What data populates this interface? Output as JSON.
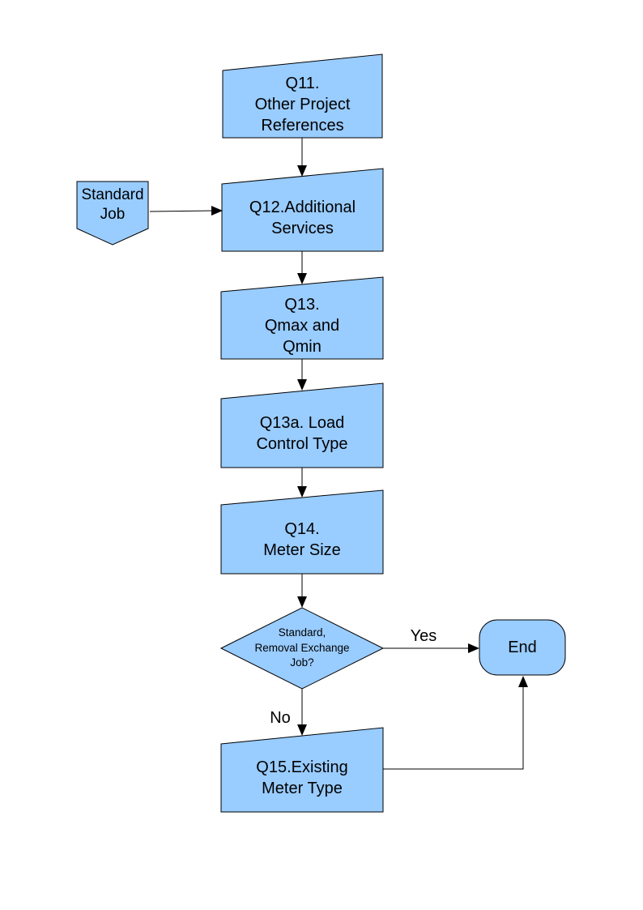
{
  "diagram": {
    "style": {
      "background": "#FFFFFF",
      "shape_fill": "#99CCFF",
      "shape_border": "#000000",
      "line_color": "#000000",
      "text_color": "#000000"
    },
    "nodes": {
      "q11": {
        "type": "manual-input",
        "label": "Q11.\nOther Project\nReferences"
      },
      "standard_job": {
        "type": "off-page-connector",
        "label": "Standard\nJob"
      },
      "q12": {
        "type": "manual-input",
        "label": "Q12.Additional\nServices"
      },
      "q13": {
        "type": "manual-input",
        "label": "Q13.\nQmax and\nQmin"
      },
      "q13a": {
        "type": "manual-input",
        "label": "Q13a. Load\nControl Type"
      },
      "q14": {
        "type": "manual-input",
        "label": "Q14.\nMeter Size"
      },
      "decision": {
        "type": "decision",
        "label": "Standard,\nRemoval Exchange\nJob?"
      },
      "end": {
        "type": "terminator",
        "label": "End"
      },
      "q15": {
        "type": "manual-input",
        "label": "Q15.Existing\nMeter Type"
      }
    },
    "edge_labels": {
      "yes": "Yes",
      "no": "No"
    }
  }
}
